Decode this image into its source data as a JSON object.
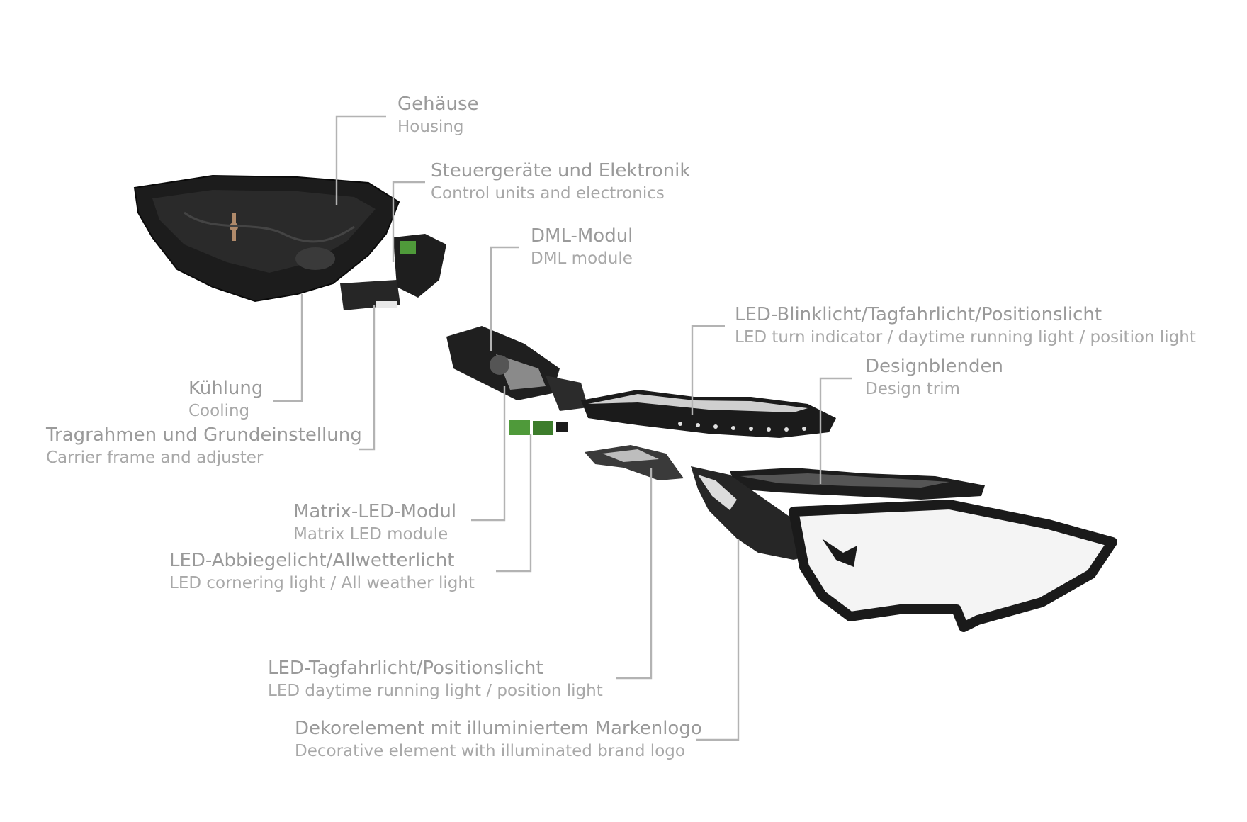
{
  "colors": {
    "background": "#ffffff",
    "label_text": "#9a9a9a",
    "leader_line": "#b3b3b3",
    "component_dark": "#1c1c1c",
    "component_green": "#4f9a3a",
    "lens": "#f4f4f4"
  },
  "labels": {
    "housing": {
      "de": "Gehäuse",
      "en": "Housing"
    },
    "control": {
      "de": "Steuergeräte und Elektronik",
      "en": "Control units and electronics"
    },
    "dml": {
      "de": "DML-Modul",
      "en": "DML module"
    },
    "led_blink": {
      "de": "LED-Blinklicht/Tagfahrlicht/Positionslicht",
      "en": "LED turn indicator / daytime running light / position light"
    },
    "design": {
      "de": "Designblenden",
      "en": "Design trim"
    },
    "cooling": {
      "de": "Kühlung",
      "en": "Cooling"
    },
    "carrier": {
      "de": "Tragrahmen und Grundeinstellung",
      "en": "Carrier frame and adjuster"
    },
    "matrix": {
      "de": "Matrix-LED-Modul",
      "en": "Matrix LED module"
    },
    "cornering": {
      "de": "LED-Abbiegelicht/Allwetterlicht",
      "en": "LED cornering light / All weather light"
    },
    "drl": {
      "de": "LED-Tagfahrlicht/Positionslicht",
      "en": "LED daytime running light / position light"
    },
    "deco": {
      "de": "Dekorelement mit illuminiertem Markenlogo",
      "en": "Decorative element with illuminated brand logo"
    }
  }
}
